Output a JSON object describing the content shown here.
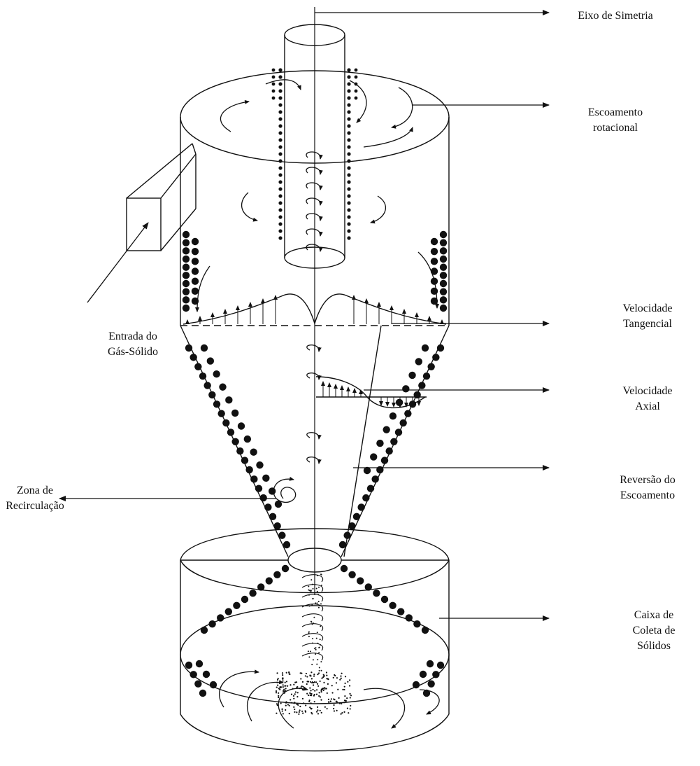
{
  "labels": {
    "eixo": [
      "Eixo de Simetria"
    ],
    "escoamento_rot": [
      "Escoamento",
      "rotacional"
    ],
    "entrada": [
      "Entrada do",
      "Gás-Sólido"
    ],
    "vel_tang": [
      "Velocidade",
      "Tangencial"
    ],
    "vel_axial": [
      "Velocidade",
      "Axial"
    ],
    "reversao": [
      "Reversão do",
      "Escoamento"
    ],
    "zona": [
      "Zona de",
      "Recirculação"
    ],
    "caixa": [
      "Caixa de",
      "Coleta de",
      "Sólidos"
    ]
  },
  "colors": {
    "ink": "#111111",
    "background": "#ffffff"
  }
}
